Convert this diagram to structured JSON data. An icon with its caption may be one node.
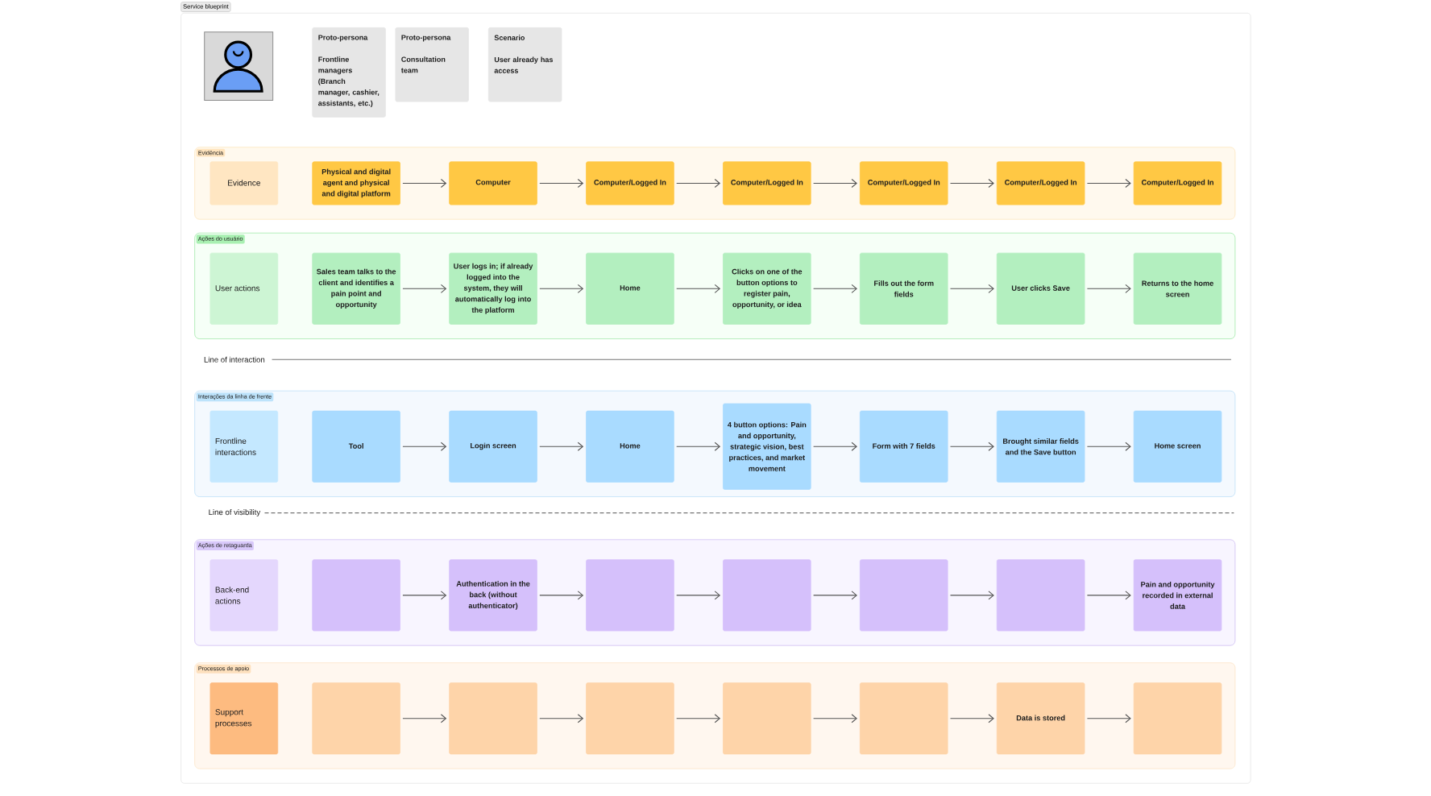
{
  "diagram": {
    "nodes": [
      {
        "text": [
          "Service blueprint"
        ]
      },
      {
        "text": [
          "Proto-persona",
          "Frontline managers (Branch manager, cashier, assistants, etc.)"
        ],
        "in": 0
      },
      {
        "text": [
          "Proto-persona",
          "Consultation team"
        ],
        "in": 0
      },
      {
        "text": [
          "Scenario",
          "User already has access"
        ],
        "in": 0
      },
      {
        "text": [
          "Evidência"
        ],
        "in": 0
      },
      {
        "text": [
          "Evidence"
        ],
        "in": 4
      },
      {
        "text": [
          "Physical and digital agent and physical and digital platform"
        ],
        "in": 4
      },
      {
        "text": [
          "Computer"
        ],
        "in": 4
      },
      {
        "text": [
          "Computer/Logged In"
        ],
        "in": 4
      },
      {
        "text": [
          "Computer/Logged In"
        ],
        "in": 4
      },
      {
        "text": [
          "Computer/Logged In"
        ],
        "in": 4
      },
      {
        "text": [
          "Computer/Logged In"
        ],
        "in": 4
      },
      {
        "text": [
          "Computer/Logged In"
        ],
        "in": 4
      },
      {
        "text": [
          "Ações do usuário"
        ],
        "in": 0
      },
      {
        "text": [
          "User actions"
        ],
        "in": 13
      },
      {
        "text": [
          "Sales team talks to the client and identifies a pain point and opportunity"
        ],
        "in": 13
      },
      {
        "text": [
          "User logs in; if already logged into the system, they will automatically log into the platform"
        ],
        "in": 13
      },
      {
        "text": [
          "Home"
        ],
        "in": 13
      },
      {
        "text": [
          "Clicks on one of the button options to register pain, opportunity, or idea"
        ],
        "in": 13
      },
      {
        "text": [
          "Fills out the form fields"
        ],
        "in": 13
      },
      {
        "text": [
          "User clicks Save"
        ],
        "in": 13
      },
      {
        "text": [
          "Returns to the home screen"
        ],
        "in": 13
      },
      {
        "text": [
          "Interações da linha de frente"
        ],
        "in": 0
      },
      {
        "text": [
          "Frontline interactions"
        ],
        "in": 22
      },
      {
        "text": [
          "Tool"
        ],
        "in": 22
      },
      {
        "text": [
          "Login screen"
        ],
        "in": 22
      },
      {
        "text": [
          "Home"
        ],
        "in": 22
      },
      {
        "text": [
          "4 button options: Pain and opportunity, strategic vision, best practices, and market movement"
        ],
        "in": 22
      },
      {
        "text": [
          "Form with 7 fields"
        ],
        "in": 22
      },
      {
        "text": [
          "Brought similar fields and the Save button"
        ],
        "in": 22
      },
      {
        "text": [
          "Home screen"
        ],
        "in": 22
      },
      {
        "text": [
          "Ações de retaguarda"
        ],
        "in": 0
      },
      {
        "text": [
          "Back-end actions"
        ],
        "in": 31
      },
      {
        "text": [],
        "shape": "box",
        "in": 31
      },
      {
        "text": [
          "Authentication in the back (without authenticator)"
        ],
        "in": 31
      },
      {
        "text": [],
        "shape": "box",
        "in": 31
      },
      {
        "text": [],
        "shape": "box",
        "in": 31
      },
      {
        "text": [],
        "shape": "box",
        "in": 31
      },
      {
        "text": [],
        "shape": "box",
        "in": 31
      },
      {
        "text": [
          "Pain and opportunity recorded in external data"
        ],
        "in": 31
      },
      {
        "text": [
          "Processos de apoio"
        ],
        "in": 0
      },
      {
        "text": [
          "Support processes"
        ],
        "in": 40
      },
      {
        "text": [],
        "shape": "box",
        "in": 40
      },
      {
        "text": [],
        "shape": "box",
        "in": 40
      },
      {
        "text": [],
        "shape": "box",
        "in": 40
      },
      {
        "text": [],
        "shape": "box",
        "in": 40
      },
      {
        "text": [],
        "shape": "box",
        "in": 40
      },
      {
        "text": [
          "Data is stored"
        ],
        "in": 40
      },
      {
        "text": [],
        "shape": "box",
        "in": 40
      }
    ],
    "edges": [
      {
        "from": 6,
        "to": 7,
        "arrow": "to"
      },
      {
        "from": 7,
        "to": 8,
        "arrow": "to"
      },
      {
        "from": 8,
        "to": 9,
        "arrow": "to"
      },
      {
        "from": 9,
        "to": 10,
        "arrow": "to"
      },
      {
        "from": 10,
        "to": 11,
        "arrow": "to"
      },
      {
        "from": 11,
        "to": 12,
        "arrow": "to"
      },
      {
        "from": 15,
        "to": 16,
        "arrow": "to"
      },
      {
        "from": 16,
        "to": 17,
        "arrow": "to"
      },
      {
        "from": 17,
        "to": 18,
        "arrow": "to"
      },
      {
        "from": 18,
        "to": 19,
        "arrow": "to"
      },
      {
        "from": 19,
        "to": 20,
        "arrow": "to"
      },
      {
        "from": 20,
        "to": 21,
        "arrow": "to"
      },
      {
        "from": 24,
        "to": 25,
        "arrow": "to"
      },
      {
        "from": 25,
        "to": 26,
        "arrow": "to"
      },
      {
        "from": 26,
        "to": 27,
        "arrow": "to"
      },
      {
        "from": 27,
        "to": 28,
        "arrow": "to"
      },
      {
        "from": 28,
        "to": 29,
        "arrow": "to"
      },
      {
        "from": 29,
        "to": 30,
        "arrow": "to"
      },
      {
        "from": 33,
        "to": 34,
        "arrow": "to"
      },
      {
        "from": 34,
        "to": 35,
        "arrow": "to"
      },
      {
        "from": 35,
        "to": 36,
        "arrow": "to"
      },
      {
        "from": 36,
        "to": 37,
        "arrow": "to"
      },
      {
        "from": 37,
        "to": 38,
        "arrow": "to"
      },
      {
        "from": 38,
        "to": 39,
        "arrow": "to"
      },
      {
        "from": 42,
        "to": 43,
        "arrow": "to"
      },
      {
        "from": 43,
        "to": 44,
        "arrow": "to"
      },
      {
        "from": 44,
        "to": 45,
        "arrow": "to"
      },
      {
        "from": 45,
        "to": 46,
        "arrow": "to"
      },
      {
        "from": 46,
        "to": 47,
        "arrow": "to"
      },
      {
        "from": 47,
        "to": 48,
        "arrow": "to"
      }
    ],
    "labels": [
      "Line of interaction",
      "Line of visibility"
    ]
  }
}
